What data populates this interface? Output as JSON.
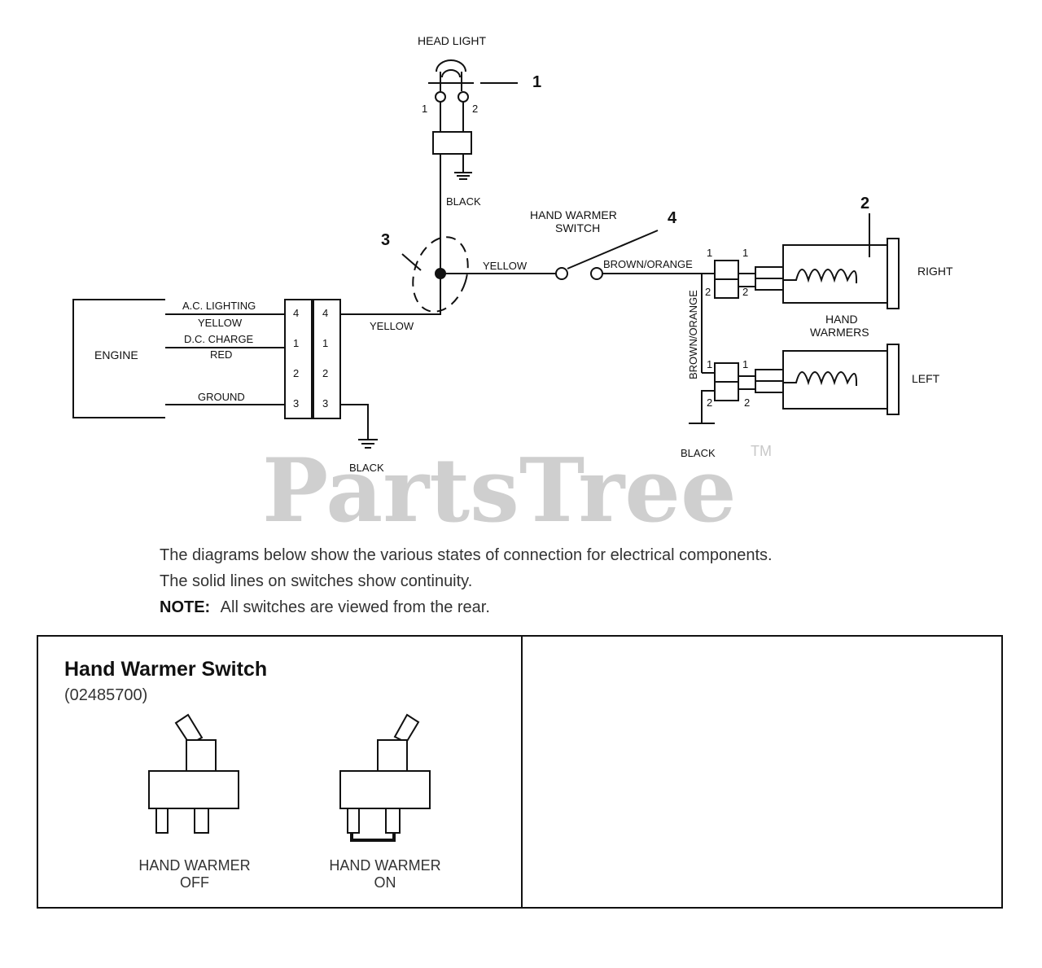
{
  "headlight": {
    "title": "HEAD LIGHT",
    "pin1": "1",
    "pin2": "2",
    "callout": "1",
    "ground_wire": "BLACK"
  },
  "engine": {
    "label": "ENGINE"
  },
  "engine_wires": {
    "ac_lighting": "A.C. LIGHTING",
    "yellow": "YELLOW",
    "dc_charge": "D.C. CHARGE",
    "red": "RED",
    "ground": "GROUND"
  },
  "connector": {
    "left_pins": [
      "4",
      "1",
      "2",
      "3"
    ],
    "right_pins": [
      "4",
      "1",
      "2",
      "3"
    ]
  },
  "wires": {
    "yellow_bottom": "YELLOW",
    "yellow_top": "YELLOW",
    "black_engine": "BLACK",
    "brown_orange": "BROWN/ORANGE",
    "brown_orange_vertical": "BROWN/ORANGE",
    "black_warmer": "BLACK"
  },
  "splice": {
    "callout": "3"
  },
  "switch": {
    "line1": "HAND WARMER",
    "line2": "SWITCH",
    "callout": "4"
  },
  "hand_warmers": {
    "callout": "2",
    "right": "RIGHT",
    "left": "LEFT",
    "label_line1": "HAND",
    "label_line2": "WARMERS",
    "pin1": "1",
    "pin2": "2"
  },
  "watermark": {
    "text": "PartsTree",
    "tm": "TM"
  },
  "notes": {
    "line1": "The diagrams below show the various states of connection for electrical components.",
    "line2": "The solid lines on switches show continuity.",
    "line3_bold": "NOTE:",
    "line3_rest": "All switches are viewed from the rear."
  },
  "legend_box": {
    "title": "Hand Warmer Switch",
    "part_number": "(02485700)",
    "off_line1": "HAND WARMER",
    "off_line2": "OFF",
    "on_line1": "HAND WARMER",
    "on_line2": "ON"
  }
}
